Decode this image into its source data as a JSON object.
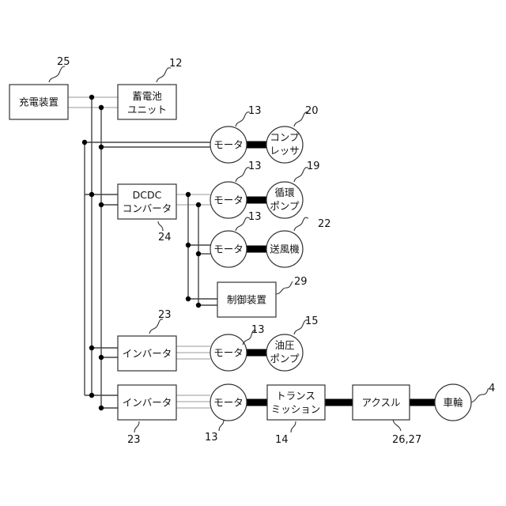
{
  "components": {
    "charger": "充電装置",
    "battery": [
      "蓄電池",
      "ユニット"
    ],
    "dcdc": [
      "DCDC",
      "コンバータ"
    ],
    "controller": "制御装置",
    "inverter_1": "インバータ",
    "inverter_2": "インバータ",
    "transmission": [
      "トランス",
      "ミッション"
    ],
    "axle": "アクスル",
    "wheel": "車輪",
    "motor_1": "モータ",
    "motor_2": "モータ",
    "motor_3": "モータ",
    "motor_4": "モータ",
    "motor_5": "モータ",
    "compressor": [
      "コンプ",
      "レッサ"
    ],
    "circulation_pump": [
      "循環",
      "ポンプ"
    ],
    "blower": "送風機",
    "hydraulic_pump": [
      "油圧",
      "ポンプ"
    ]
  },
  "refs": {
    "charger": "25",
    "battery": "12",
    "motor_1": "13",
    "compressor": "20",
    "motor_2": "13",
    "circulation_pump": "19",
    "motor_3": "13",
    "blower": "22",
    "dcdc": "24",
    "controller": "29",
    "inverter_1": "23",
    "motor_4": "13",
    "hydraulic_pump": "15",
    "wheel": "4",
    "inverter_2": "23",
    "motor_5": "13",
    "transmission": "14",
    "axle": "26,27"
  }
}
